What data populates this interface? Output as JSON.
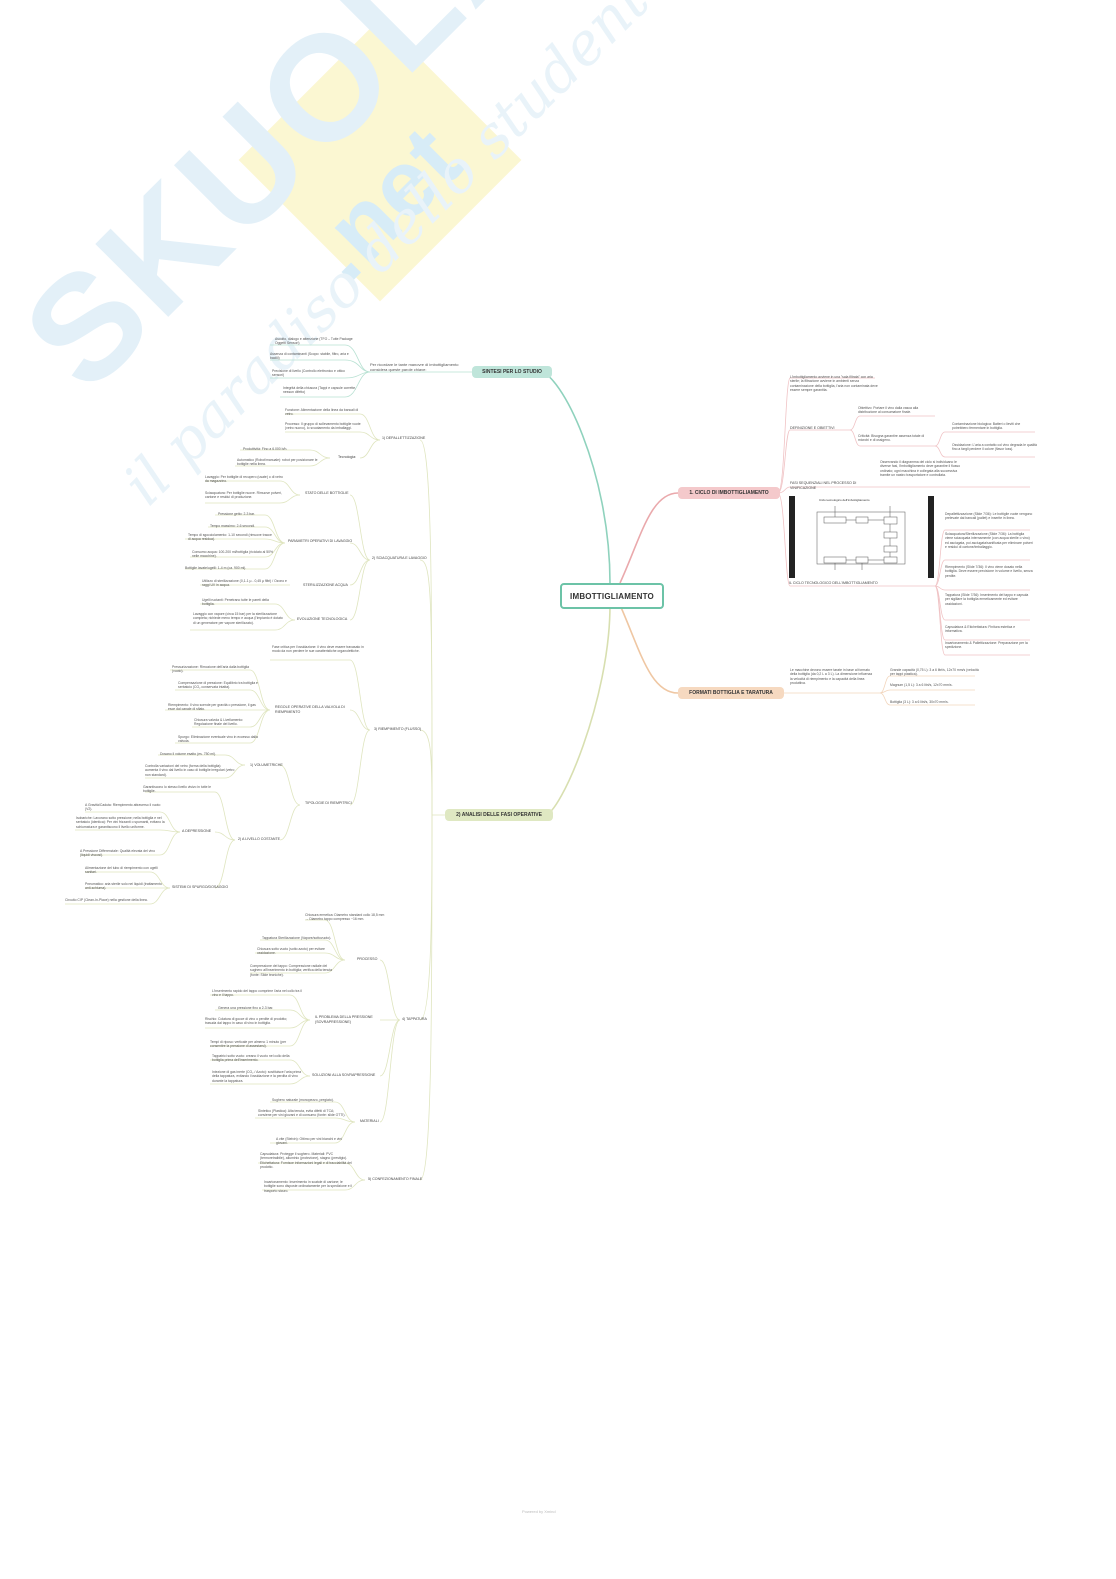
{
  "watermark": {
    "brand": "SKUOLA",
    "brand_suffix": ".net",
    "tagline": "il paradiso dello studente"
  },
  "root": {
    "label": "IMBOTTIGLIAMENTO"
  },
  "branches": {
    "sintesi": {
      "label": "SINTESI PER LO STUDIO",
      "color": "#bfe5da",
      "summary": "Per ricordare le tante manovre di imbottigliamento considera queste parole chiave:",
      "items": [
        "Ascolto, dialogo e attenzione (TFO – Tutte Package Oggetti Sensori)",
        "Assenza di contaminanti (Scopo: stabile, filtro, aria e bacilli)",
        "Precisione di livello (Controllo elettronico e ottico sensori)",
        "Integrità della chiusura (Tappi e capsule corrette, nessun difetto)"
      ]
    },
    "ciclo": {
      "label": "1. CICLO DI IMBOTTIGLIAMENTO",
      "color": "#f4c9cb",
      "intro": "L'imbottigliamento avviene in una \"sala filtrata\" con aria sterile; la filtrazione avviene in ambienti senza contaminazione della bottiglia, l'aria non contaminata deve essere sempre garantita.",
      "definizione": {
        "label": "DEFINIZIONE E OBIETTIVI",
        "items": [
          "Obiettivo: Portare il vino dalla vasca alla distribuzione al consumatore finale.",
          "Criticità: Bisogna garantire assenza totale di microbi e di ossigeno."
        ],
        "sub_items": [
          "Contaminazione biologica: Batteri o lieviti che potrebbero fermentare in bottiglia.",
          "Ossidazione: L'aria a contatto col vino degrada le qualità fino a fargli perdere il colore (flavor loss)."
        ]
      },
      "fasi": {
        "label": "FASI SEQUENZIALI NEL PROCESSO DI VINIFICAZIONE",
        "text": "Osservando il diagramma del ciclo si individuano le diverse fasi, l'imbottigliamento deve garantire il flusso ordinato; ogni macchina è collegata alla successiva tramite un nastro trasportatore e controllata."
      },
      "image": {
        "caption": "IL CICLO TECNOLOGICO DELL'IMBOTTIGLIAMENTO",
        "diagram_title": "Ciclo tecnologico dell'imbottigliamento"
      },
      "steps": [
        "Depallettizzazione (Slide 7/36): Le bottiglie vuote vengono prelevate dai bancali (pallet) e inserite in linea.",
        "Sciacquatura/Sterilizzazione (Slide 7/36): La bottiglia viene sciacquata internamente (con acqua sterile o vino) ed asciugata, poi asciugata/sanificata per eliminare polveri e residui di cartone/imballaggio.",
        "Riempimento (Slide 7/36): Il vino viene dosato nella bottiglia. Deve essere precisione in volume e livello, senza perdite.",
        "Tappatura (Slide 7/36): Inserimento del tappo e capsula per sigillare la bottiglia ermeticamente ed evitare ossidazioni.",
        "Capsulatura & Etichettatura: Finitura estetica e informativa.",
        "Incartonamento & Pallettizzazione: Preparazione per la spedizione."
      ]
    },
    "formati": {
      "label": "FORMATI BOTTIGLIA E TARATURA",
      "color": "#f6d9c0",
      "intro": "Le macchine devono essere tarate in base al formato della bottiglia (da 0,2 L a 3 L). La dimensione influenza la velocità di riempimento e la capacità della linea produttiva.",
      "items": [
        "Grande capacità (0,75 L): 3 a 6 litri/s, 12x70 mm/s (velocità per tappi plastica).",
        "Magnum (1,5 L): 3 a 6 litri/s, 12x70 mm/s.",
        "Bottiglia (3 L): 3 a 6 litri/s, 30x70 mm/s."
      ]
    },
    "analisi": {
      "label": "2) ANALISI DELLE FASI OPERATIVE",
      "color": "#dfe8c2",
      "sections": [
        {
          "label": "1) DEPALLETTIZZAZIONE",
          "items": [
            "Funzione: Alimentazione della linea da bancali di vetro.",
            "Processo: Il gruppo di sollevamento bottiglie vuote (vetro nuovo), lo svuotamento da imballaggi.",
            "Tecnologia:"
          ],
          "tech": [
            "Produttività: Fino a 6.000 b/h.",
            "Automatico (Robot/manuale): robot per posizionare le bottiglie nella linea."
          ]
        },
        {
          "label": "2) SCIACQUATURA E LAVAGGIO",
          "groups": [
            {
              "label": "STATO DELLE BOTTIGLIE",
              "items": [
                "Lavaggio: Per bottiglie di recupero (usate) o di vetro da magazzino.",
                "Sciacquatura: Per bottiglie nuove. Rimuove polveri, cartone e residui di produzione."
              ]
            },
            {
              "label": "PARAMETRI OPERATIVI DI LAVAGGIO",
              "items": [
                "Pressione getto: 2-3 bar.",
                "Tempo massimo: 2-6 secondi.",
                "Tempo di sgocciolamento: 1-10 secondi (rimuove tracce di acqua residua).",
                "Consumo acqua: 100-200 ml/bottiglia (riciclato al 50% nelle macchine).",
                "Bottiglie lavate/ugelli: 1-4 m (ca. 900 ml)."
              ]
            },
            {
              "label": "STERILIZZAZIONE ACQUA",
              "items": [
                "Utilizzo di sterilizzazione (0,1-1 µ - 0,45 µ filtri) / Ozono e raggi UV in acqua."
              ]
            },
            {
              "label": "EVOLUZIONE TECNOLOGICA",
              "items": [
                "Ugelli ruotanti: Penetrano tutte le pareti della bottiglia.",
                "Lavaggio con vapore (circa 15 bar) per la sterilizzazione completa; richiede meno tempo e acqua (l'impianto è dotato di un generatore per vapore sterilizzato)."
              ]
            }
          ]
        },
        {
          "label": "3) RIEMPIMENTO (FLUSSO)",
          "intro": "Fase critica per l'ossidazione: il vino deve essere travasato in modo da non perdere le sue caratteristiche organolettiche.",
          "groups": [
            {
              "label": "REGOLE OPERATIVE DELLA VALVOLA DI RIEMPIMENTO",
              "items": [
                "Pressurizzazione: Rimozione dell'aria dalla bottiglia (vuoto).",
                "Compensazione di pressione: Equilibrio tra bottiglia e serbatoio (CO₂ conservata intatta).",
                "Riempimento: Il vino scende per gravità o pressione, il gas esce dal canale di sfiato.",
                "Chiusura valvola & Livellamento: Regolazione finale del livello.",
                "Spurgo: Eliminazione eventuale vino in eccesso dalla valvola."
              ]
            },
            {
              "label": "TIPOLOGIE DI RIEMPITRICI",
              "subgroups": [
                {
                  "label": "1) VOLUMETRICHE",
                  "items": [
                    "Dosano il volume esatto (es. 750 ml).",
                    "Controlla variazioni del vetro (forma della bottiglia): aumenta il vino dal livello in caso di bottiglie irregolari (vetro non standard)."
                  ]
                },
                {
                  "label": "2) A LIVELLO COSTANTE",
                  "intro": "Garantiscono lo stesso livello visivo in tutte le bottiglie.",
                  "groups": [
                    {
                      "label": "A DEPRESSIONE",
                      "items": [
                        "A Gravità/Caduta: Riempimento attraverso il vuoto (V2).",
                        "Isobariche: Lavorano sotto pressione; nella bottiglia e nel serbatoio (identica): Per vini frizzanti o spumanti, evitano la schiumatura e garantiscono il livello uniforme.",
                        "A Pressione Differenziale: Qualità elevata del vino (liquidi viscosi)."
                      ]
                    },
                    {
                      "label": "SISTEMI DI SPURGO/DOSAGGIO",
                      "items": [
                        "Alimentazione del tubo di riempimento con ugelli sanitari.",
                        "Pneumatico: aria sterile solo nei liquidi (trattamento anti-schiuma).",
                        "Circuito CIP (Clean-In-Place) nella gestione della linea."
                      ]
                    }
                  ]
                }
              ]
            }
          ]
        },
        {
          "label": "4) TAPPATURA",
          "groups": [
            {
              "label": "PROCESSO",
              "items": [
                "Chiusura ermetica: Diametro standard collo 18,5 mm → Diametro tappo compresso ~16 mm.",
                "Tappatura Sterilizzazione (Vapore/sottovuoto).",
                "Chiusura sotto vuoto (sotto azoto) per evitare ossidazione.",
                "Compressione del tappo: Compressione radiale del sughero all'inserimento in bottiglia; verifica della tenuta (fonte: Slide tecniche)."
              ]
            },
            {
              "label": "IL PROBLEMA DELLA PRESSIONE (SOVRAPRESSIONE)",
              "items": [
                "L'inserimento rapido del tappo comprime l'aria nel collo tra il vino e il tappo.",
                "Genera una pressione fino a 2-3 bar.",
                "Rischio: Colatura di gocce di vino o perdite di prodotto; trasuda dal tappo in caso di vino in bottiglia.",
                "Tempi di riposo: verticale per almeno 1 minuto (per consentire la pressione di assestarsi)."
              ]
            },
            {
              "label": "SOLUZIONI ALLA SOVRAPRESSIONE",
              "items": [
                "Tappatrici sotto vuoto: creano il vuoto nel collo della bottiglia prima dell'inserimento.",
                "Iniezione di gas inerte (CO₂ / Azoto): sostituisce l'aria prima della tappatura, evitando l'ossidazione e la perdita di vino durante la tappatura."
              ]
            },
            {
              "label": "MATERIALI",
              "items": [
                "Sughero naturale (monopezzo, pregiato).",
                "Sintetico (Plastica): Alta tenuta, evita difetti di TCA; conviene per vini giovani e di consumo (fonte: slide OTTI).",
                "A vite (Stelvin): Ottimo per vini bianchi e vini giovani."
              ]
            }
          ]
        },
        {
          "label": "5) CONFEZIONAMENTO FINALE",
          "items": [
            "Capsulatura: Protegge il sughero. Materiali: PVC (termoretraibile), alluminio (protezione), stagno (prestigio). Etichettatura: Fornisce informazioni legali e di tracciabilità del prodotto.",
            "Incartonamento: Inserimento in scatole di cartone; le bottiglie sono disposte ordinatamente per la spedizione e il trasporto sicuro."
          ]
        }
      ]
    }
  },
  "footer": {
    "text": "Powered by Xmind"
  }
}
